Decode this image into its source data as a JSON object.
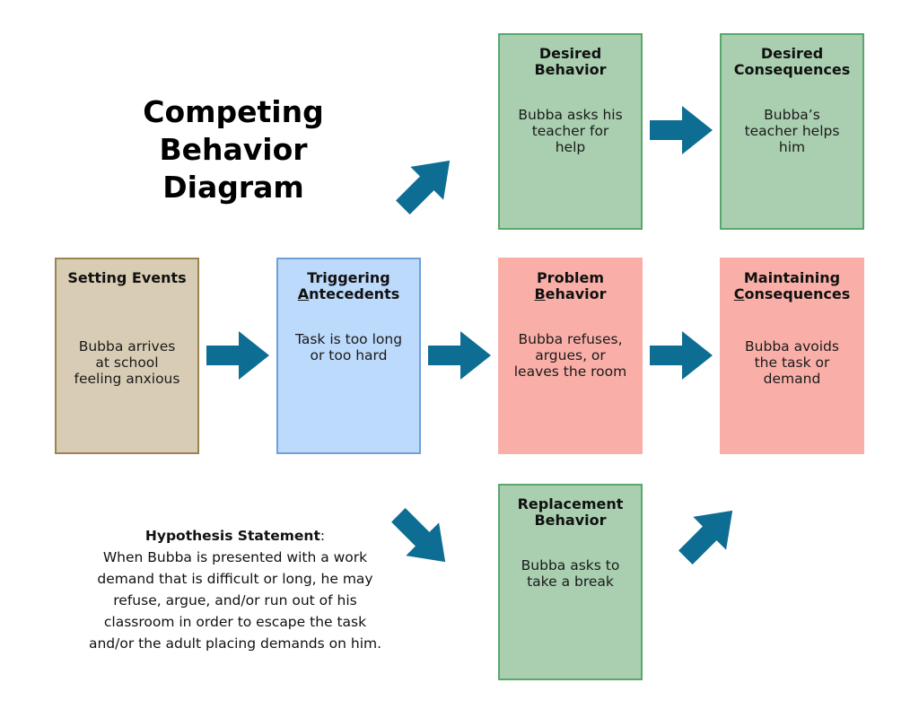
{
  "title_line1": "Competing Behavior",
  "title_line2": "Diagram",
  "boxes": {
    "desired_behavior": {
      "head_l1": "Desired",
      "head_l2": "Behavior",
      "body_l1": "Bubba asks his",
      "body_l2": "teacher for",
      "body_l3": "help"
    },
    "desired_consequences": {
      "head_l1": "Desired",
      "head_l2": "Consequences",
      "body_l1": "Bubba’s",
      "body_l2": "teacher helps",
      "body_l3": "him"
    },
    "setting_events": {
      "head_l1": "Setting Events",
      "body_l1": "Bubba arrives",
      "body_l2": "at school",
      "body_l3": "feeling anxious"
    },
    "triggering_antecedents": {
      "head_l1": "Triggering",
      "head_l2_first": "A",
      "head_l2_rest": "ntecedents",
      "body_l1": "Task is too long",
      "body_l2": "or too hard"
    },
    "problem_behavior": {
      "head_l1": "Problem",
      "head_l2_first": "B",
      "head_l2_rest": "ehavior",
      "body_l1": "Bubba refuses,",
      "body_l2": "argues, or",
      "body_l3": "leaves the room"
    },
    "maintaining_consequences": {
      "head_l1": "Maintaining",
      "head_l2_first": "C",
      "head_l2_rest": "onsequences",
      "body_l1": "Bubba avoids",
      "body_l2": "the task or",
      "body_l3": "demand"
    },
    "replacement_behavior": {
      "head_l1": "Replacement",
      "head_l2": "Behavior",
      "body_l1": "Bubba asks to",
      "body_l2": "take a break"
    }
  },
  "hypothesis": {
    "label": "Hypothesis Statement",
    "colon": ":",
    "line1": "When Bubba is presented with a work",
    "line2": "demand that is difficult or long, he may",
    "line3": "refuse, argue, and/or run out of his",
    "line4": "classroom in order to escape the task",
    "line5": "and/or the adult placing demands on him."
  },
  "colors": {
    "arrow": "#0e6d93",
    "green_fill": "#a9cfb0",
    "pink_fill": "#f9afa8",
    "tan_fill": "#d8ccb5",
    "blue_fill": "#bcdafb"
  },
  "icons": {
    "arrow": "thick-arrow-icon"
  }
}
